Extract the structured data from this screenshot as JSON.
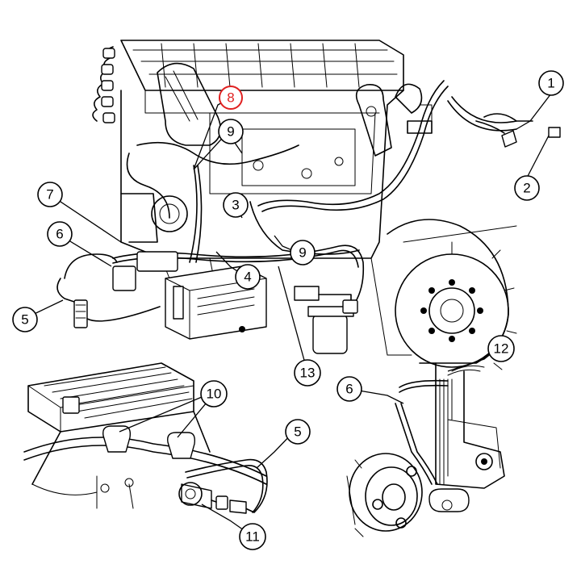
{
  "callouts": {
    "c1": {
      "label": "1"
    },
    "c2": {
      "label": "2"
    },
    "c3": {
      "label": "3"
    },
    "c4": {
      "label": "4"
    },
    "c5a": {
      "label": "5"
    },
    "c5b": {
      "label": "5"
    },
    "c6a": {
      "label": "6"
    },
    "c6b": {
      "label": "6"
    },
    "c7": {
      "label": "7"
    },
    "c8": {
      "label": "8"
    },
    "c9a": {
      "label": "9"
    },
    "c9b": {
      "label": "9"
    },
    "c10": {
      "label": "10"
    },
    "c11": {
      "label": "11"
    },
    "c12": {
      "label": "12"
    },
    "c13": {
      "label": "13"
    }
  },
  "colors": {
    "line": "#000000",
    "background": "#ffffff",
    "highlight": "#e02020"
  }
}
